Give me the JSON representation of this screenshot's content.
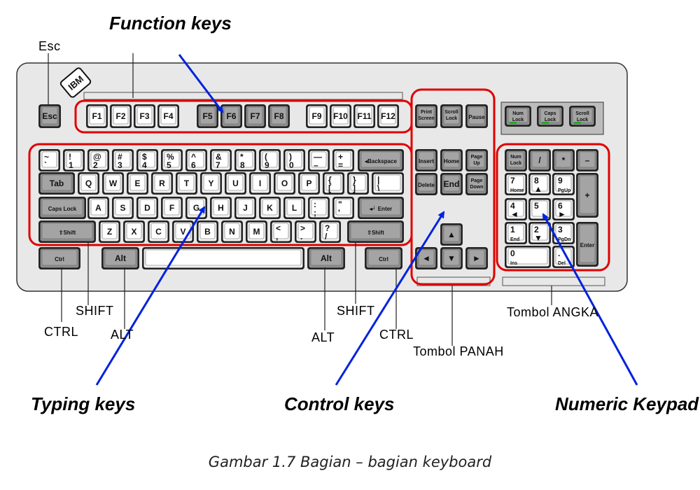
{
  "labels": {
    "function_keys": "Function keys",
    "esc": "Esc",
    "typing_keys": "Typing keys",
    "control_keys": "Control keys",
    "numeric_keypad": "Numeric Keypad",
    "shift_left": "SHIFT",
    "ctrl_left": "CTRL",
    "alt_left": "ALT",
    "alt_right": "ALT",
    "shift_right": "SHIFT",
    "ctrl_right": "CTRL",
    "tombol_panah": "Tombol PANAH",
    "tombol_angka": "Tombol ANGKA"
  },
  "caption": "Gambar 1.7 Bagian – bagian keyboard",
  "logo": "IBM",
  "colors": {
    "highlight": "#e00000",
    "arrow": "#0022dd",
    "key_dark": "#8e8e8e",
    "key_light": "#f2f2f2",
    "body": "#e8e8e8"
  },
  "keys": [
    {
      "id": "esc",
      "label": "Esc",
      "dark": true
    },
    {
      "id": "f1",
      "label": "F1"
    },
    {
      "id": "f2",
      "label": "F2"
    },
    {
      "id": "f3",
      "label": "F3"
    },
    {
      "id": "f4",
      "label": "F4"
    },
    {
      "id": "f5",
      "label": "F5",
      "dark": true
    },
    {
      "id": "f6",
      "label": "F6",
      "dark": true
    },
    {
      "id": "f7",
      "label": "F7",
      "dark": true
    },
    {
      "id": "f8",
      "label": "F8",
      "dark": true
    },
    {
      "id": "f9",
      "label": "F9"
    },
    {
      "id": "f10",
      "label": "F10"
    },
    {
      "id": "f11",
      "label": "F11"
    },
    {
      "id": "f12",
      "label": "F12"
    },
    {
      "id": "printscreen",
      "label": "Print Screen",
      "dark": true
    },
    {
      "id": "scrolllock",
      "label": "Scroll Lock",
      "dark": true
    },
    {
      "id": "pause",
      "label": "Pause",
      "dark": true
    },
    {
      "id": "numlock_ind",
      "label": "Num Lock",
      "dark": true
    },
    {
      "id": "capslock_ind",
      "label": "Caps Lock",
      "dark": true
    },
    {
      "id": "scrolllock_ind",
      "label": "Scroll Lock",
      "dark": true
    },
    {
      "id": "tilde",
      "top": "~",
      "bot": "`"
    },
    {
      "id": "k1",
      "top": "!",
      "bot": "1"
    },
    {
      "id": "k2",
      "top": "@",
      "bot": "2"
    },
    {
      "id": "k3",
      "top": "#",
      "bot": "3"
    },
    {
      "id": "k4",
      "top": "$",
      "bot": "4"
    },
    {
      "id": "k5",
      "top": "%",
      "bot": "5"
    },
    {
      "id": "k6",
      "top": "^",
      "bot": "6"
    },
    {
      "id": "k7",
      "top": "&",
      "bot": "7"
    },
    {
      "id": "k8",
      "top": "*",
      "bot": "8"
    },
    {
      "id": "k9",
      "top": "(",
      "bot": "9"
    },
    {
      "id": "k0",
      "top": ")",
      "bot": "0"
    },
    {
      "id": "minus",
      "top": "—",
      "bot": "–"
    },
    {
      "id": "equal",
      "top": "+",
      "bot": "="
    },
    {
      "id": "backspace",
      "label": "◂Backspace",
      "dark": true
    },
    {
      "id": "tab",
      "label": "Tab",
      "dark": true
    },
    {
      "id": "q",
      "label": "Q"
    },
    {
      "id": "w",
      "label": "W"
    },
    {
      "id": "e",
      "label": "E"
    },
    {
      "id": "r",
      "label": "R"
    },
    {
      "id": "t",
      "label": "T"
    },
    {
      "id": "y",
      "label": "Y"
    },
    {
      "id": "u",
      "label": "U"
    },
    {
      "id": "i",
      "label": "I"
    },
    {
      "id": "o",
      "label": "O"
    },
    {
      "id": "p",
      "label": "P"
    },
    {
      "id": "lbrace",
      "top": "{",
      "bot": "["
    },
    {
      "id": "rbrace",
      "top": "}",
      "bot": "]"
    },
    {
      "id": "pipe",
      "top": "|",
      "bot": "\\"
    },
    {
      "id": "capslock",
      "label": "Caps Lock",
      "dark": true
    },
    {
      "id": "a",
      "label": "A"
    },
    {
      "id": "s",
      "label": "S"
    },
    {
      "id": "d",
      "label": "D"
    },
    {
      "id": "f",
      "label": "F"
    },
    {
      "id": "g",
      "label": "G"
    },
    {
      "id": "h",
      "label": "H"
    },
    {
      "id": "j",
      "label": "J"
    },
    {
      "id": "k",
      "label": "K"
    },
    {
      "id": "l",
      "label": "L"
    },
    {
      "id": "semicolon",
      "top": ":",
      "bot": ";"
    },
    {
      "id": "quote",
      "top": "\"",
      "bot": "'"
    },
    {
      "id": "enter",
      "label": "◂┘ Enter",
      "dark": true
    },
    {
      "id": "lshift",
      "label": "⇧Shift",
      "dark": true
    },
    {
      "id": "z",
      "label": "Z"
    },
    {
      "id": "x",
      "label": "X"
    },
    {
      "id": "c",
      "label": "C"
    },
    {
      "id": "v",
      "label": "V"
    },
    {
      "id": "b",
      "label": "B"
    },
    {
      "id": "n",
      "label": "N"
    },
    {
      "id": "m",
      "label": "M"
    },
    {
      "id": "comma",
      "top": "<",
      "bot": ","
    },
    {
      "id": "period",
      "top": ">",
      "bot": "."
    },
    {
      "id": "slash",
      "top": "?",
      "bot": "/"
    },
    {
      "id": "rshift",
      "label": "⇧Shift",
      "dark": true
    },
    {
      "id": "lctrl",
      "label": "Ctrl",
      "dark": true
    },
    {
      "id": "lalt",
      "label": "Alt",
      "dark": true
    },
    {
      "id": "space",
      "label": ""
    },
    {
      "id": "ralt",
      "label": "Alt",
      "dark": true
    },
    {
      "id": "rctrl",
      "label": "Ctrl",
      "dark": true
    },
    {
      "id": "insert",
      "label": "Insert",
      "dark": true
    },
    {
      "id": "home",
      "label": "Home",
      "dark": true
    },
    {
      "id": "pageup",
      "label": "Page Up",
      "dark": true
    },
    {
      "id": "delete",
      "label": "Delete",
      "dark": true
    },
    {
      "id": "end",
      "label": "End",
      "dark": true
    },
    {
      "id": "pagedown",
      "label": "Page Down",
      "dark": true
    },
    {
      "id": "up",
      "label": "▲",
      "dark": true
    },
    {
      "id": "left",
      "label": "◄",
      "dark": true
    },
    {
      "id": "down",
      "label": "▼",
      "dark": true
    },
    {
      "id": "right",
      "label": "►",
      "dark": true
    },
    {
      "id": "np_numlock",
      "label": "Num Lock",
      "dark": true
    },
    {
      "id": "np_slash",
      "label": "/",
      "dark": true
    },
    {
      "id": "np_star",
      "label": "*",
      "dark": true
    },
    {
      "id": "np_minus",
      "label": "–",
      "dark": true
    },
    {
      "id": "np7",
      "top": "7",
      "bot": "Home"
    },
    {
      "id": "np8",
      "top": "8",
      "bot": "▲"
    },
    {
      "id": "np9",
      "top": "9",
      "bot": "PgUp"
    },
    {
      "id": "np_plus",
      "label": "+",
      "dark": true
    },
    {
      "id": "np4",
      "top": "4",
      "bot": "◄"
    },
    {
      "id": "np5",
      "top": "5",
      "bot": ""
    },
    {
      "id": "np6",
      "top": "6",
      "bot": "►"
    },
    {
      "id": "np1",
      "top": "1",
      "bot": "End"
    },
    {
      "id": "np2",
      "top": "2",
      "bot": "▼"
    },
    {
      "id": "np3",
      "top": "3",
      "bot": "PgDn"
    },
    {
      "id": "np_enter",
      "label": "Enter",
      "dark": true
    },
    {
      "id": "np0",
      "top": "0",
      "bot": "Ins"
    },
    {
      "id": "np_dot",
      "top": ".",
      "bot": "Del"
    }
  ]
}
